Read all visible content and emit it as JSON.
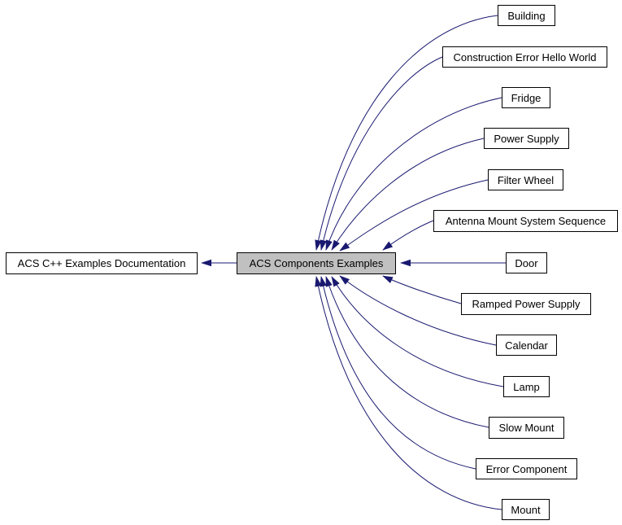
{
  "graph": {
    "type": "dependency-graph",
    "left_node": {
      "label": "ACS C++ Examples Documentation"
    },
    "center_node": {
      "label": "ACS Components Examples"
    },
    "right_nodes": [
      {
        "label": "Building"
      },
      {
        "label": "Construction Error Hello World"
      },
      {
        "label": "Fridge"
      },
      {
        "label": "Power Supply"
      },
      {
        "label": "Filter Wheel"
      },
      {
        "label": "Antenna Mount System Sequence"
      },
      {
        "label": "Door"
      },
      {
        "label": "Ramped Power Supply"
      },
      {
        "label": "Calendar"
      },
      {
        "label": "Lamp"
      },
      {
        "label": "Slow Mount"
      },
      {
        "label": "Error Component"
      },
      {
        "label": "Mount"
      }
    ],
    "edges_direction": "right nodes point to center node; center node points to left node",
    "colors": {
      "edge": "#191970",
      "center_node_fill": "#c0c0c0",
      "node_fill": "#ffffff",
      "node_border": "#000000",
      "text": "#000000",
      "background": "#ffffff"
    }
  }
}
